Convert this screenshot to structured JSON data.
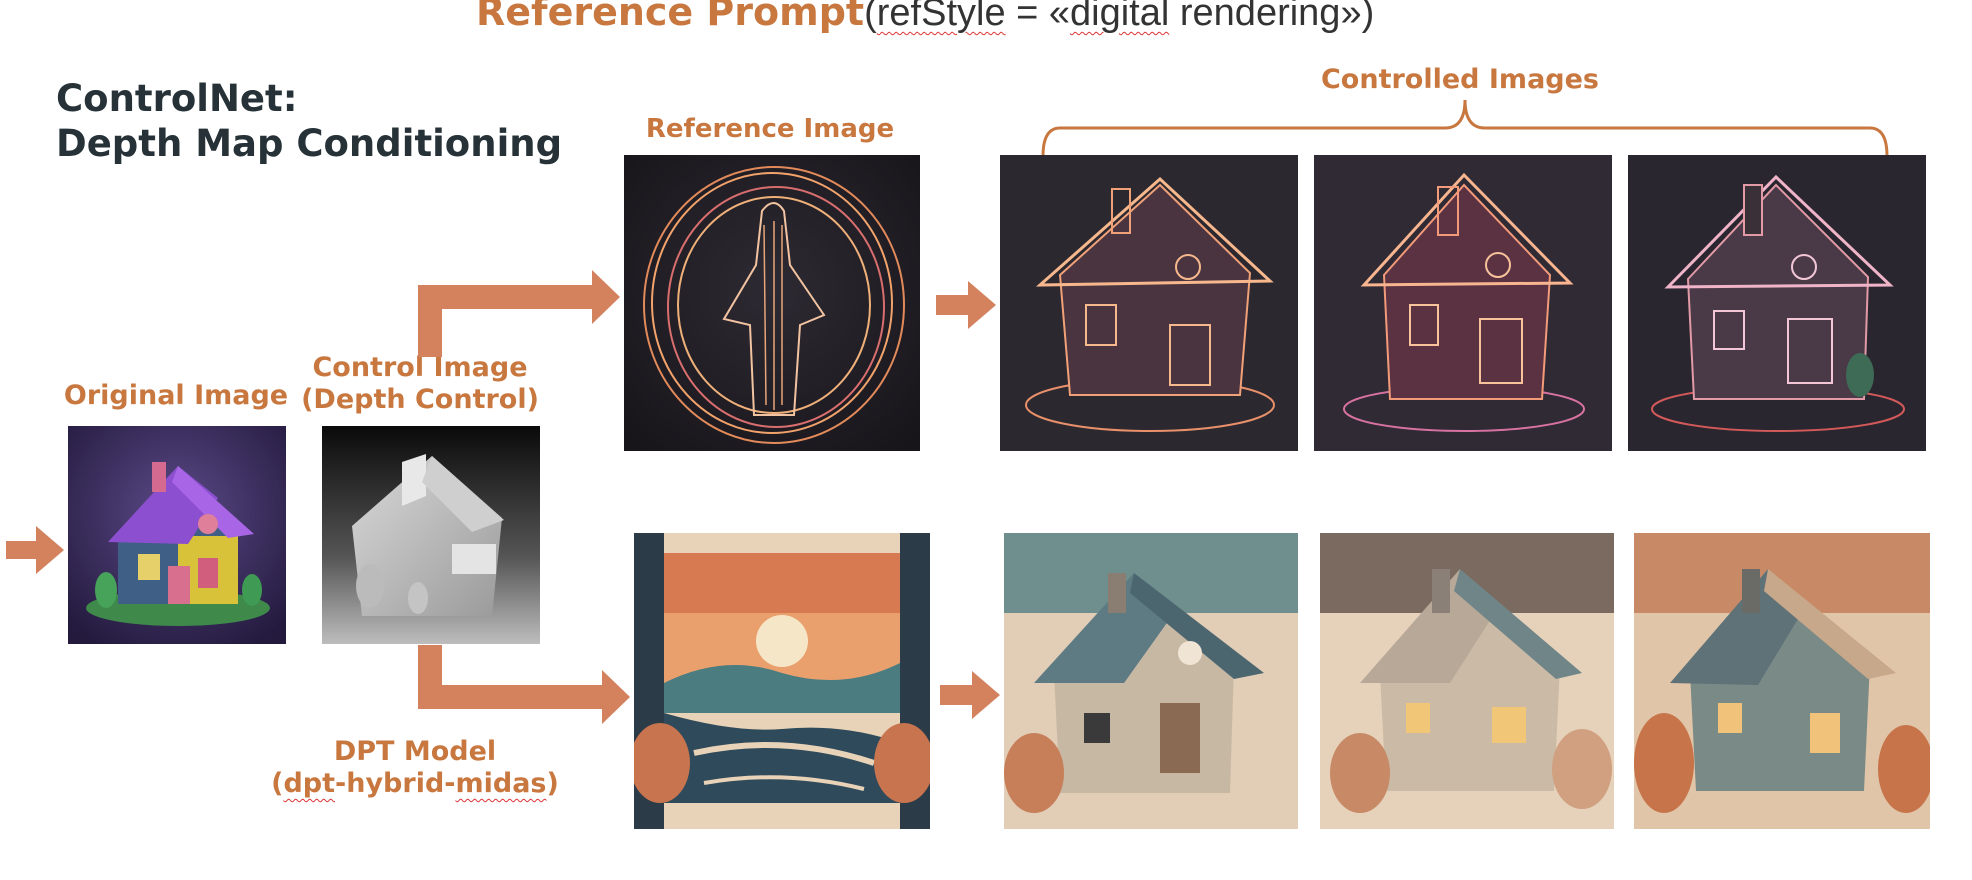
{
  "header": {
    "reference_prompt_title": "Reference Prompt",
    "reference_prompt_code_prefix": "(",
    "reference_prompt_code_key": "refStyle",
    "reference_prompt_code_mid": " =   «",
    "reference_prompt_code_word1": "digital",
    "reference_prompt_code_word2": " rendering",
    "reference_prompt_code_suffix": "»)"
  },
  "title": {
    "line1": "ControlNet:",
    "line2": "Depth Map Conditioning"
  },
  "labels": {
    "original_image": "Original Image",
    "control_image_line1": "Control Image",
    "control_image_line2": "(Depth Control)",
    "reference_image": "Reference Image",
    "controlled_images": "Controlled Images",
    "dpt_model_line1": "DPT Model",
    "dpt_model_line2_a": "(",
    "dpt_model_line2_b": "dpt",
    "dpt_model_line2_c": "-hybrid-",
    "dpt_model_line2_d": "midas",
    "dpt_model_line2_e": ")"
  },
  "colors": {
    "accent": "#C8773F",
    "arrow": "#D4825E",
    "title": "#263238"
  }
}
